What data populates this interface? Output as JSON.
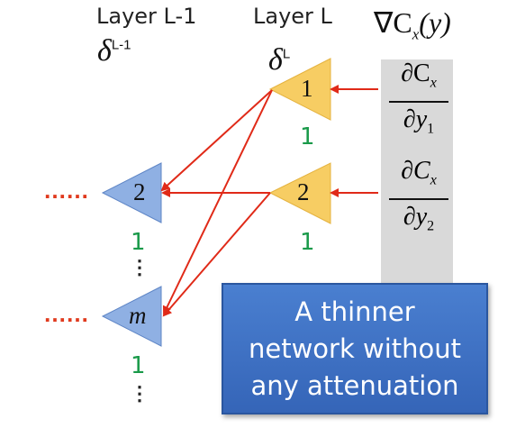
{
  "headers": {
    "prev_layer": "Layer L-1",
    "layer": "Layer L"
  },
  "deltas": {
    "prev": {
      "symbol": "δ",
      "superscript": "L-1"
    },
    "curr": {
      "symbol": "δ",
      "superscript": "L"
    }
  },
  "gradient": {
    "nabla": "∇C",
    "sub": "x",
    "arg": "(y)"
  },
  "partials": [
    {
      "num": "∂C",
      "num_sub": "x",
      "den": "∂y",
      "den_sub": "1"
    },
    {
      "num": "∂C",
      "num_sub": "x",
      "den": "∂y",
      "den_sub": "2"
    }
  ],
  "layer_l_nodes": [
    {
      "label": "1",
      "weight": "1"
    },
    {
      "label": "2",
      "weight": "1"
    }
  ],
  "layer_l1_nodes": [
    {
      "label": "2",
      "weight": "1"
    },
    {
      "label": "m",
      "weight": "1"
    }
  ],
  "ellipsis": "……",
  "vertical_dots": "⋮",
  "callout": {
    "line1": "A thinner",
    "line2": "network without",
    "line3": "any attenuation"
  },
  "colors": {
    "yellow_node": "#f7cd63",
    "blue_node": "#8fb0e3",
    "arrow": "#e02a18",
    "gray_column": "#d9d9d9",
    "weight_text": "#1a9a4a",
    "callout_bg": "#3d70c4"
  }
}
